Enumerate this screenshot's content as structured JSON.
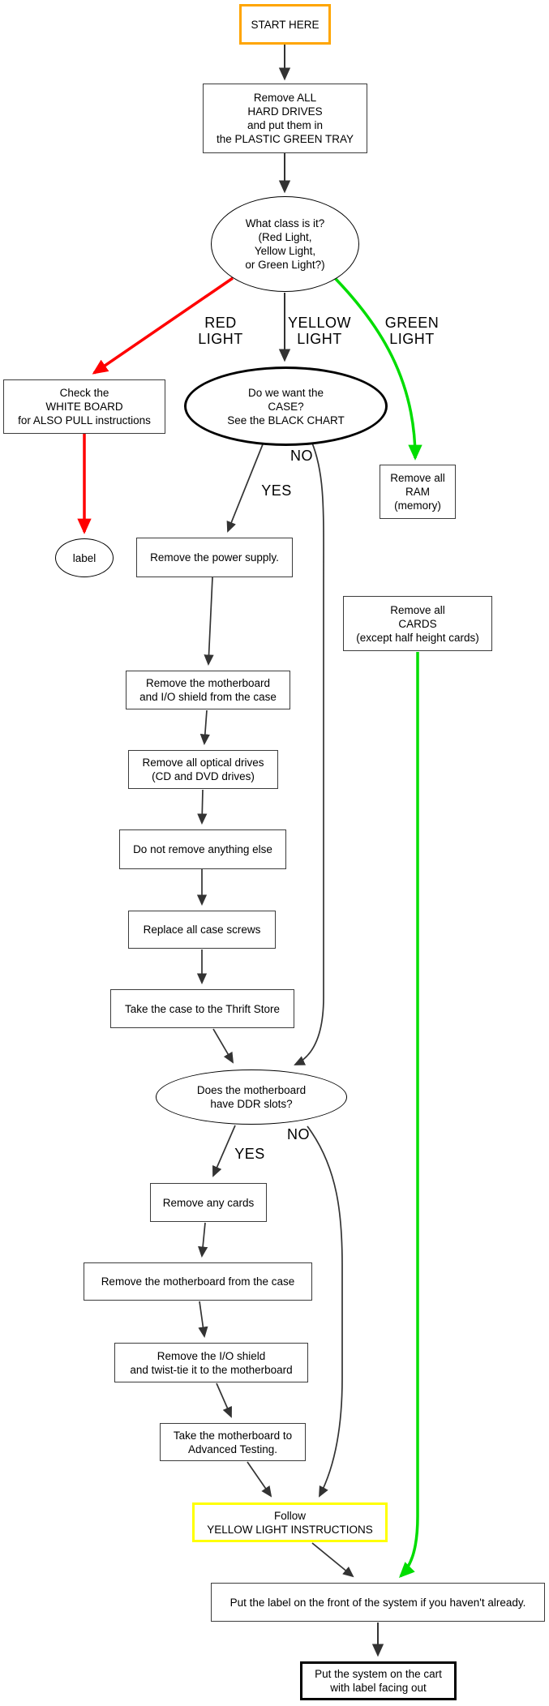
{
  "colors": {
    "start_border": "#ffa500",
    "follow_yellow_border": "#ffff00",
    "red_branch": "#ff0000",
    "green_branch": "#00dd00",
    "edge_color": "#333333",
    "box_border": "#3c3c3c"
  },
  "nodes": {
    "start": {
      "label": "START HERE"
    },
    "hard_drives": {
      "label": "Remove ALL\nHARD DRIVES\nand put them in\nthe PLASTIC GREEN TRAY"
    },
    "what_class": {
      "label": "What class is it?\n(Red Light,\nYellow Light,\nor Green Light?)"
    },
    "white_board": {
      "label": "Check the\nWHITE BOARD\nfor ALSO PULL instructions"
    },
    "label_node": {
      "label": "label"
    },
    "want_case": {
      "label": "Do we want the\nCASE?\nSee the BLACK CHART"
    },
    "power_supply": {
      "label": "Remove the power supply."
    },
    "ram": {
      "label": "Remove all\nRAM\n(memory)"
    },
    "cards": {
      "label": "Remove all\nCARDS\n(except half height cards)"
    },
    "mobo_io": {
      "label": "Remove the motherboard\nand I/O shield from the case"
    },
    "optical": {
      "label": "Remove all optical drives\n(CD and DVD drives)"
    },
    "nothing_else": {
      "label": "Do not remove anything else"
    },
    "screws": {
      "label": "Replace all case screws"
    },
    "thrift": {
      "label": "Take the case to the Thrift Store"
    },
    "ddr": {
      "label": "Does the motherboard\nhave DDR slots?"
    },
    "any_cards": {
      "label": "Remove any cards"
    },
    "mobo_case": {
      "label": "Remove the motherboard from the case"
    },
    "io_shield": {
      "label": "Remove the I/O shield\nand twist-tie it to the motherboard"
    },
    "adv_testing": {
      "label": "Take the motherboard to\nAdvanced Testing."
    },
    "follow_yellow": {
      "label": "Follow\nYELLOW LIGHT INSTRUCTIONS"
    },
    "put_label": {
      "label": "Put the label on the front of the system if you haven't already."
    },
    "cart": {
      "label": "Put the system on the cart\nwith label facing out"
    }
  },
  "edge_labels": {
    "red_light": "RED\nLIGHT",
    "yellow_light": "YELLOW\nLIGHT",
    "green_light": "GREEN\nLIGHT",
    "case_yes": "YES",
    "case_no": "NO",
    "ddr_yes": "YES",
    "ddr_no": "NO"
  }
}
